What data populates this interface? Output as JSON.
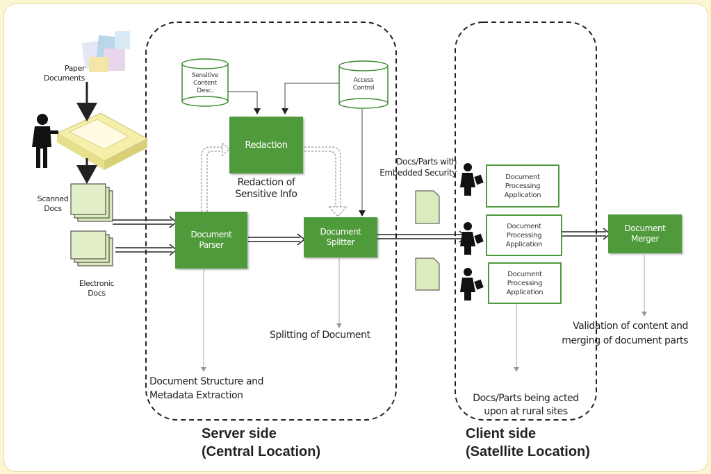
{
  "colors": {
    "green": "#4f9a3a",
    "background": "#fdf6d2",
    "dashed_border": "#222222"
  },
  "labels": {
    "paper_documents": "Paper\nDocuments",
    "scanned_docs": "Scanned\nDocs",
    "electronic_docs": "Electronic\nDocs",
    "redaction_caption": "Redaction of\nSensitive Info",
    "docs_parts_embedded": "Docs/Parts with\nEmbedded Security",
    "splitting_caption": "Splitting of Document",
    "structure_caption": "Document Structure and\nMetadata Extraction",
    "validation_caption": "Validation of content and\nmerging of document parts",
    "rural_caption": "Docs/Parts being acted\nupon at rural sites",
    "server_side": "Server side\n(Central Location)",
    "client_side": "Client side\n(Satellite Location)"
  },
  "databases": {
    "sensitive": "Sensitive\nContent\nDesc.",
    "access": "Access\nControl"
  },
  "boxes": {
    "redaction": "Redaction",
    "parser": "Document\nParser",
    "splitter": "Document\nSplitter",
    "merger": "Document\nMerger",
    "app1": "Document\nProcessing\nApplication",
    "app2": "Document\nProcessing\nApplication",
    "app3": "Document\nProcessing\nApplication"
  },
  "icons": [
    "paper-stack-icon",
    "scanner-icon",
    "person-icon",
    "document-stack-icon",
    "document-icon",
    "worker-icon"
  ]
}
